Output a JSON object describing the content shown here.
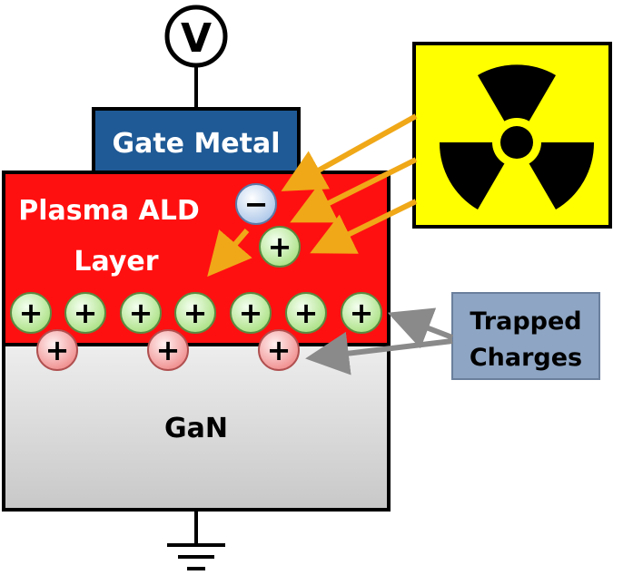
{
  "voltmeter": {
    "symbol": "V"
  },
  "gate": {
    "label": "Gate Metal"
  },
  "ald_layer": {
    "line1": "Plasma ALD",
    "line2": "Layer"
  },
  "substrate": {
    "label": "GaN"
  },
  "trapped_charges": {
    "line1": "Trapped",
    "line2": "Charges"
  },
  "charges": {
    "plus": "+",
    "minus": "−"
  },
  "colors": {
    "ald_red": "#ff1010",
    "gate_blue": "#1f5a96",
    "gan_gray": "#d9d9d9",
    "radiation_yellow": "#ffff00",
    "arrow_orange": "#f0a818",
    "arrow_gray": "#8a8a8a",
    "label_box": "#8ea5c3",
    "green_charge": "#c8f0a8",
    "pink_charge": "#f4a8a8"
  },
  "icons": [
    "voltmeter-icon",
    "radiation-icon",
    "ground-icon"
  ]
}
